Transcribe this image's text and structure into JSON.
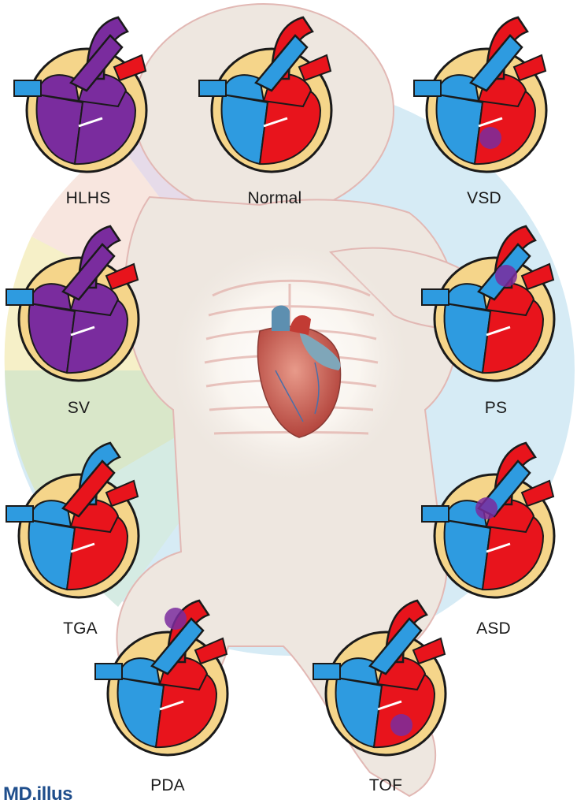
{
  "diagram": {
    "panels": [
      {
        "id": "hlhs",
        "label": "HLHS"
      },
      {
        "id": "normal",
        "label": "Normal"
      },
      {
        "id": "vsd",
        "label": "VSD"
      },
      {
        "id": "sv",
        "label": "SV"
      },
      {
        "id": "ps",
        "label": "PS"
      },
      {
        "id": "tga",
        "label": "TGA"
      },
      {
        "id": "asd",
        "label": "ASD"
      },
      {
        "id": "pda",
        "label": "PDA"
      },
      {
        "id": "tof",
        "label": "TOF"
      }
    ],
    "colors": {
      "oxygenated": "#e8141c",
      "deoxygenated": "#2e9be0",
      "mixed": "#7a2c9e",
      "heart_rim": "#f5d58a",
      "outline": "#1a1a1a",
      "body": "#ece4dc",
      "wheel_blue": "#d7ebf5"
    }
  },
  "logo": {
    "text": "MD.illus"
  }
}
